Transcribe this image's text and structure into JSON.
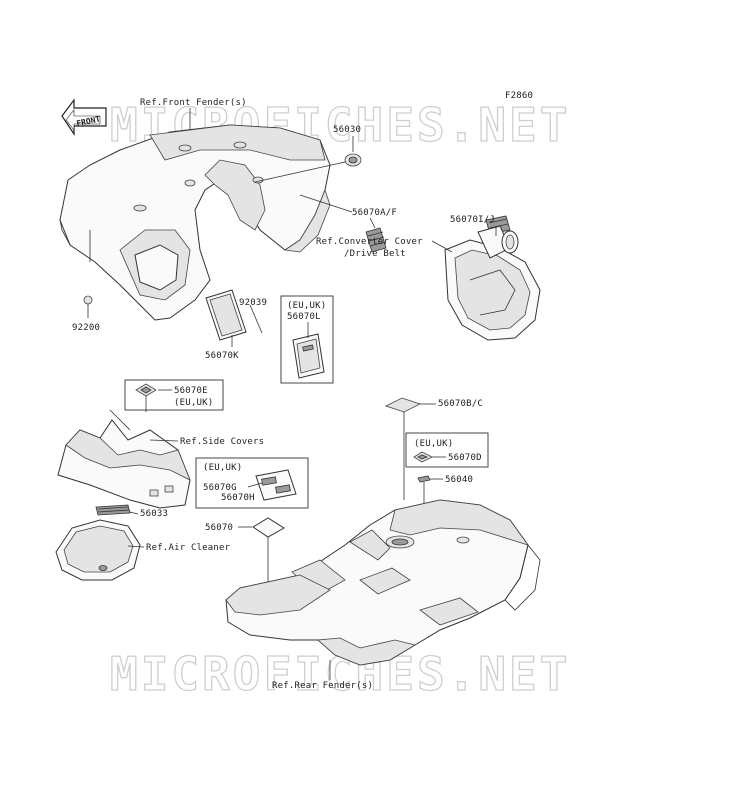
{
  "diagram": {
    "figure_code": "F2860",
    "watermark_text": "MICROFICHES.NET",
    "front_arrow_label": "FRONT",
    "refs": {
      "front_fender": "Ref.Front Fender(s)",
      "converter_cover_1": "Ref.Converter Cover",
      "converter_cover_2": "/Drive Belt",
      "side_covers": "Ref.Side Covers",
      "air_cleaner": "Ref.Air Cleaner",
      "rear_fender": "Ref.Rear Fender(s)"
    },
    "parts": {
      "p56030": "56030",
      "p56070AF": "56070A/F",
      "p56070IJ": "56070I/J",
      "p92200": "92200",
      "p92039": "92039",
      "p56070K": "56070K",
      "p56070L": "56070L",
      "p56070E": "56070E",
      "p56070BC": "56070B/C",
      "p56070D": "56070D",
      "p56040": "56040",
      "p56033": "56033",
      "p56070G": "56070G",
      "p56070H": "56070H",
      "p56070": "56070"
    },
    "region_note": "(EU,UK)"
  }
}
